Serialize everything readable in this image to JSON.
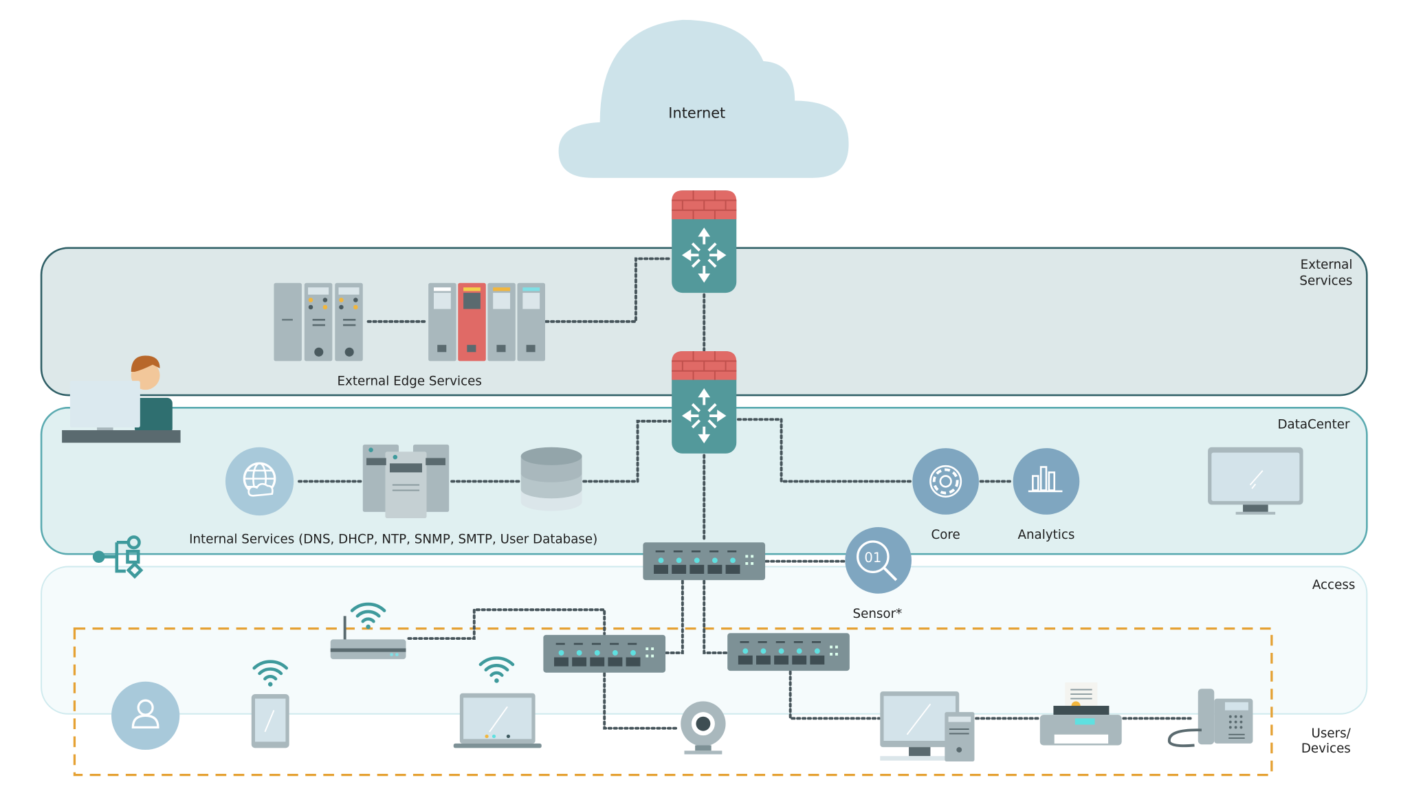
{
  "cloud": {
    "label": "Internet"
  },
  "zones": {
    "external": {
      "line1": "External",
      "line2": "Services"
    },
    "datacenter": {
      "label": "DataCenter"
    },
    "access": {
      "label": "Access"
    },
    "users": {
      "line1": "Users/",
      "line2": "Devices"
    }
  },
  "labels": {
    "external_edge": "External Edge Services",
    "internal_services": "Internal Services (DNS, DHCP, NTP, SNMP, SMTP, User Database)",
    "core": "Core",
    "analytics": "Analytics",
    "sensor": "Sensor*",
    "sensor_icon_text": "01"
  },
  "colors": {
    "firewall_brick": "#e06a66",
    "firewall_body": "#53999b",
    "external_zone_fill": "#dde8e9",
    "external_zone_stroke": "#2f5f66",
    "datacenter_fill": "#e0f0f1",
    "datacenter_stroke": "#5aaab0",
    "access_fill": "#f5fbfc",
    "users_dash": "#e5a133",
    "cloud": "#cde3ea",
    "device_gray": "#a9b8bd",
    "switch": "#7d9196"
  }
}
